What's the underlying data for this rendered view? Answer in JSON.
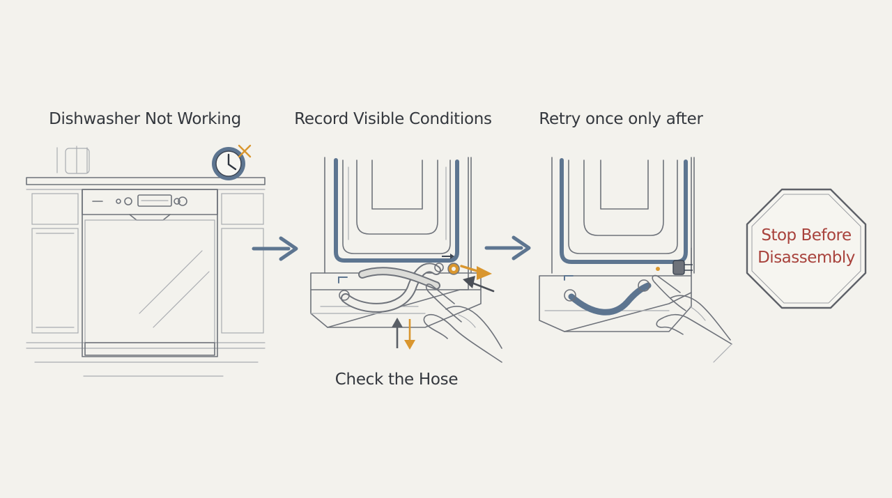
{
  "steps": [
    {
      "label": "Dishwasher Not Working"
    },
    {
      "label": "Record Visible Conditions"
    },
    {
      "label": "Retry once only after"
    }
  ],
  "hose_caption": "Check the Hose",
  "stop": {
    "line1": "Stop Before",
    "line2": "Disassembly"
  },
  "colors": {
    "background": "#f3f2ed",
    "ink": "#6e727a",
    "arrow_blue": "#5d7590",
    "highlight_orange": "#d9962e",
    "stop_red": "#a8423c"
  },
  "icons": [
    "clock-icon",
    "cancel-x-icon",
    "arrow-right-icon",
    "up-down-arrows-icon",
    "hand-icon",
    "stop-octagon-icon"
  ]
}
